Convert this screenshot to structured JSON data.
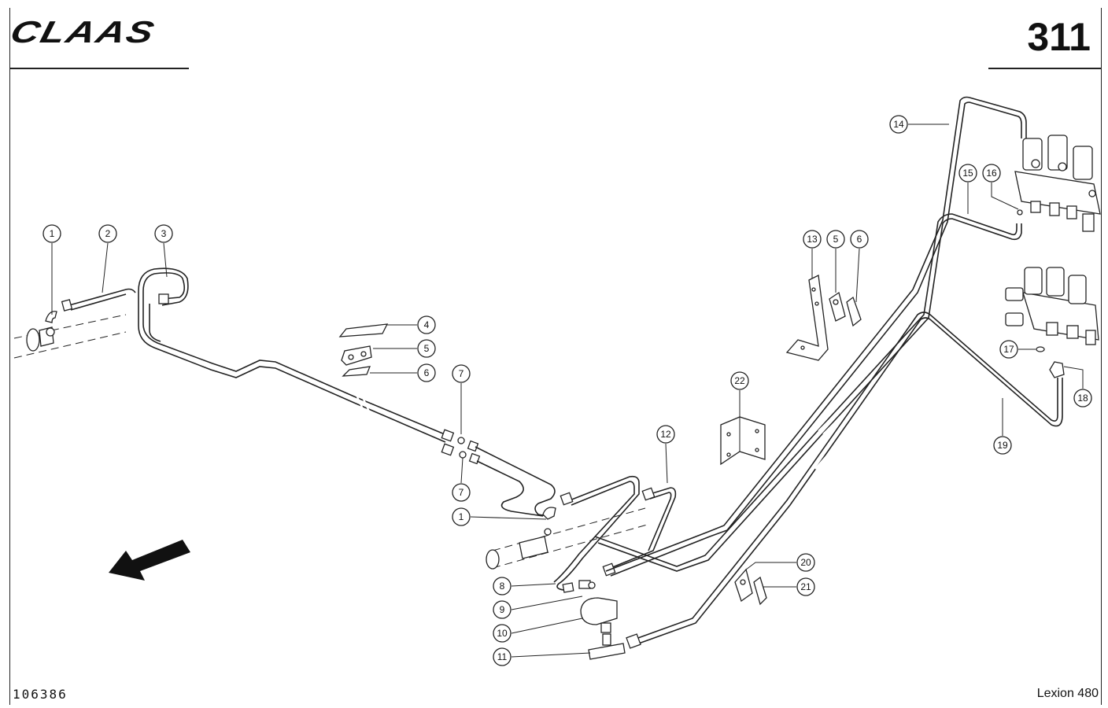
{
  "header": {
    "brand": "CLAAS",
    "page_number": "311"
  },
  "footer": {
    "document_number": "106386",
    "model": "Lexion 480"
  },
  "callouts": [
    {
      "label": "1"
    },
    {
      "label": "2"
    },
    {
      "label": "3"
    },
    {
      "label": "4"
    },
    {
      "label": "5"
    },
    {
      "label": "6"
    },
    {
      "label": "7"
    },
    {
      "label": "7"
    },
    {
      "label": "1"
    },
    {
      "label": "8"
    },
    {
      "label": "9"
    },
    {
      "label": "10"
    },
    {
      "label": "11"
    },
    {
      "label": "12"
    },
    {
      "label": "13"
    },
    {
      "label": "5"
    },
    {
      "label": "6"
    },
    {
      "label": "14"
    },
    {
      "label": "15"
    },
    {
      "label": "16"
    },
    {
      "label": "17"
    },
    {
      "label": "18"
    },
    {
      "label": "19"
    },
    {
      "label": "20"
    },
    {
      "label": "21"
    },
    {
      "label": "22"
    }
  ]
}
